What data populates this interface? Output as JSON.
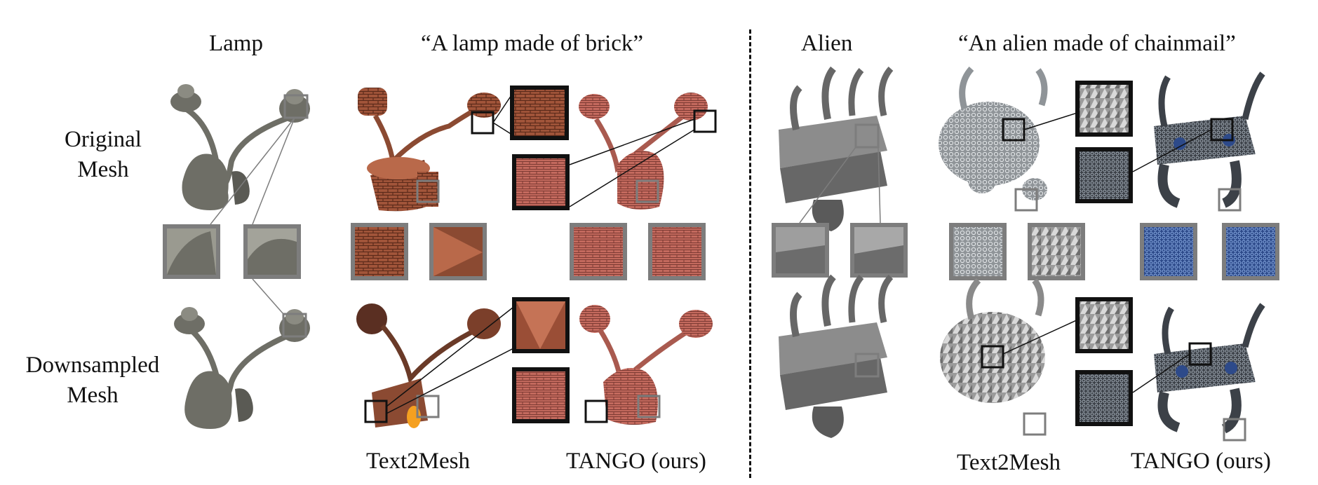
{
  "figure": {
    "left_group": {
      "col1_title": "Lamp",
      "col2_title": "“A lamp made of brick”",
      "caption_left": "Text2Mesh",
      "caption_right": "TANGO (ours)"
    },
    "right_group": {
      "col1_title": "Alien",
      "col2_title": "“An alien made of chainmail”",
      "caption_left": "Text2Mesh",
      "caption_right": "TANGO (ours)"
    },
    "row_labels": {
      "top": "Original\nMesh",
      "bottom": "Downsampled\nMesh"
    }
  },
  "colors": {
    "gray_box": "#7d7d7d",
    "black_box": "#111111",
    "mesh_gray": "#6e6e66",
    "brick": "#a2553a",
    "tango_brick": "#c46a5e",
    "alien_gray": "#676767",
    "chainmail": "#9a9ea2",
    "chainmail_blue": "#2d4a8a"
  }
}
